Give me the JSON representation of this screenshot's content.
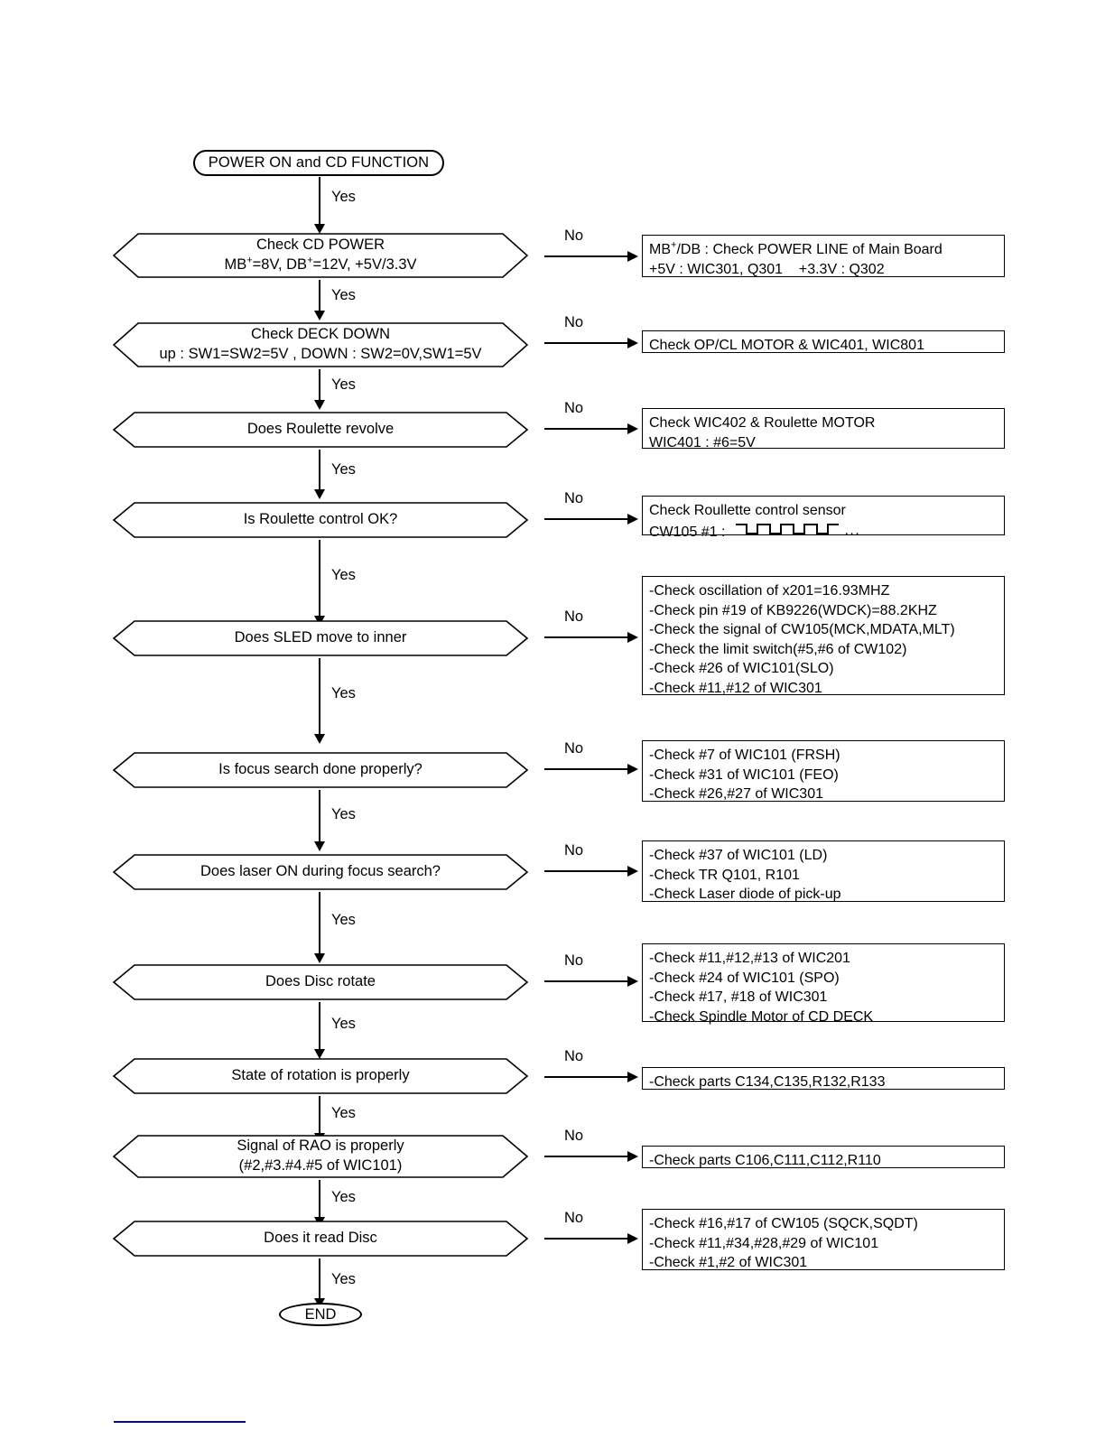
{
  "diagram": {
    "title": "CD Function Troubleshooting Flowchart",
    "start": {
      "label": "POWER ON and CD FUNCTION"
    },
    "end": {
      "label": "END"
    },
    "yes_label": "Yes",
    "no_label": "No",
    "steps": [
      {
        "id": "check-cd-power",
        "decision": [
          "Check CD POWER",
          "MB+=8V, DB+=12V, +5V/3.3V"
        ],
        "decision_line1": "Check CD POWER",
        "no_box": [
          "MB+/DB : Check POWER LINE of Main Board",
          "+5V : WIC301, Q301     +3.3V : Q302"
        ]
      },
      {
        "id": "check-deck-down",
        "decision": [
          "Check DECK DOWN",
          "up : SW1=SW2=5V , DOWN : SW2=0V,SW1=5V"
        ],
        "no_box": [
          "Check OP/CL MOTOR & WIC401, WIC801"
        ]
      },
      {
        "id": "roulette-revolve",
        "decision": [
          "Does Roulette revolve"
        ],
        "no_box": [
          "Check WIC402 & Roulette MOTOR",
          "WIC401 : #6=5V"
        ]
      },
      {
        "id": "roulette-control",
        "decision": [
          "Is Roulette control OK?"
        ],
        "no_box": [
          "Check Roullette control sensor",
          "CW105 #1 :"
        ],
        "no_box_has_waveform": true,
        "waveform_dots": "..."
      },
      {
        "id": "sled-move-inner",
        "decision": [
          "Does SLED move to inner"
        ],
        "no_box": [
          "-Check oscillation of x201=16.93MHZ",
          "-Check pin #19 of KB9226(WDCK)=88.2KHZ",
          "-Check the signal of CW105(MCK,MDATA,MLT)",
          "-Check the limit switch(#5,#6 of CW102)",
          "-Check #26 of WIC101(SLO)",
          "-Check #11,#12 of WIC301"
        ]
      },
      {
        "id": "focus-search",
        "decision": [
          "Is focus search done properly?"
        ],
        "no_box": [
          "-Check #7 of WIC101 (FRSH)",
          "-Check #31 of WIC101 (FEO)",
          "-Check #26,#27 of WIC301"
        ]
      },
      {
        "id": "laser-on",
        "decision": [
          "Does laser ON during focus search?"
        ],
        "no_box": [
          "-Check #37 of WIC101 (LD)",
          "-Check TR Q101, R101",
          "-Check Laser diode of pick-up"
        ]
      },
      {
        "id": "disc-rotate",
        "decision": [
          "Does Disc rotate"
        ],
        "no_box": [
          "-Check #11,#12,#13 of WIC201",
          "-Check #24 of WIC101 (SPO)",
          "-Check #17, #18 of WIC301",
          "-Check Spindle Motor of CD DECK"
        ]
      },
      {
        "id": "state-of-rotation",
        "decision": [
          "State of rotation is properly"
        ],
        "no_box": [
          "-Check parts C134,C135,R132,R133"
        ]
      },
      {
        "id": "signal-rao",
        "decision": [
          "Signal of RAO is properly",
          "(#2,#3.#4.#5 of WIC101)"
        ],
        "no_box": [
          "-Check parts C106,C111,C112,R110"
        ]
      },
      {
        "id": "read-disc",
        "decision": [
          "Does it read Disc"
        ],
        "no_box": [
          "-Check #16,#17 of CW105 (SQCK,SQDT)",
          "-Check #11,#34,#28,#29 of WIC101",
          "-Check #1,#2 of WIC301"
        ]
      }
    ]
  },
  "colors": {
    "line": "#000000",
    "box_fill": "#ffffff",
    "rule": "#0d0d6b"
  }
}
